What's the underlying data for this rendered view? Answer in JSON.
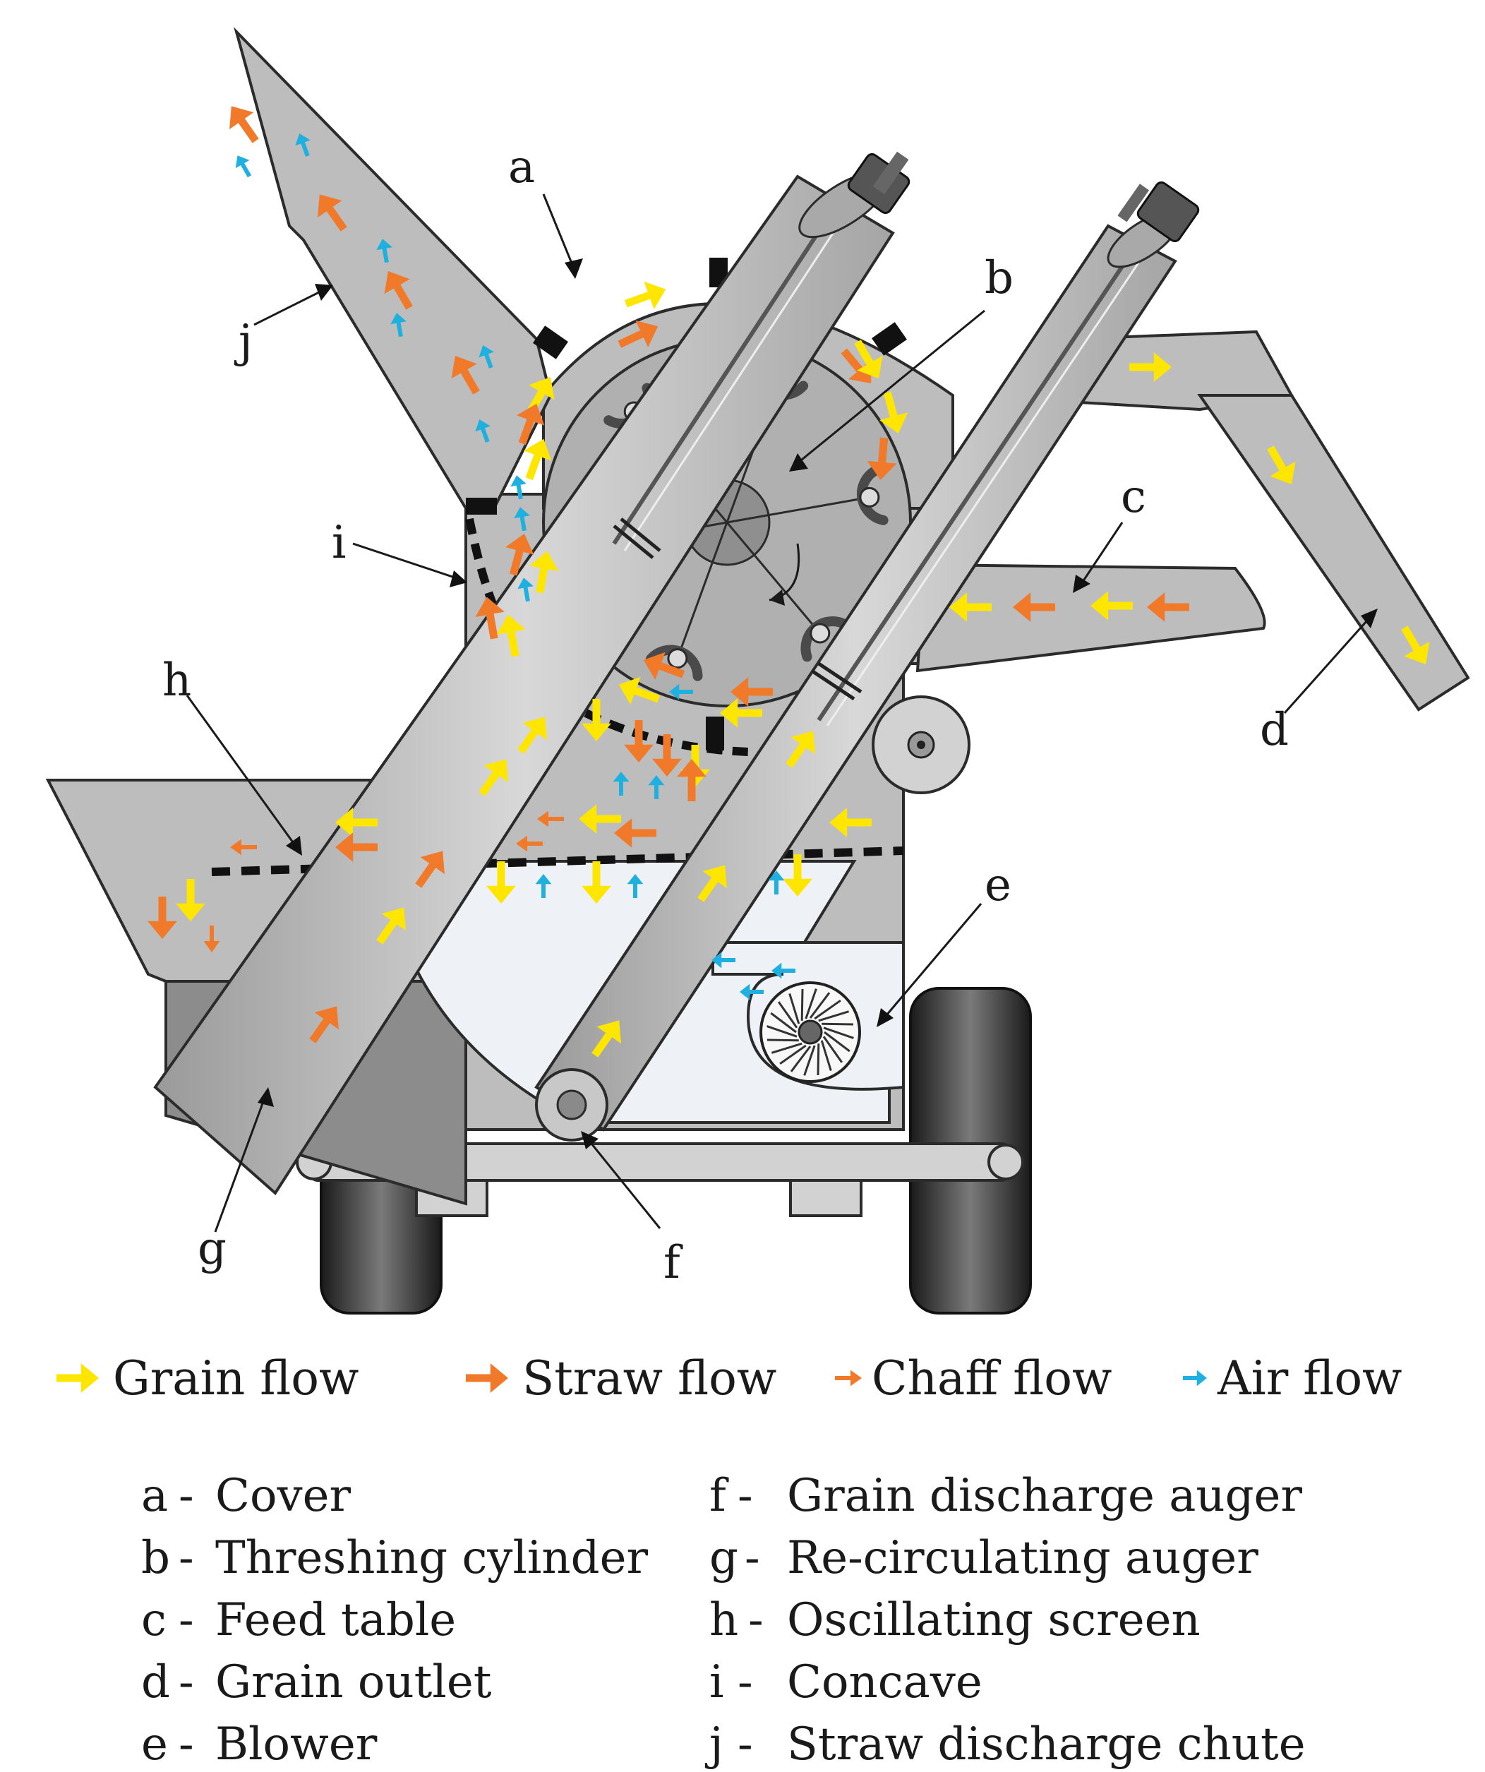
{
  "colors": {
    "grain": "#ffe600",
    "straw": "#f07a2a",
    "chaff": "#f07a2a",
    "air": "#1fb0e0",
    "body": "#bdbdbd",
    "outline": "#2b2b2b"
  },
  "letters": {
    "a": "a",
    "b": "b",
    "c": "c",
    "d": "d",
    "e": "e",
    "f": "f",
    "g": "g",
    "h": "h",
    "i": "i",
    "j": "j"
  },
  "legend": [
    {
      "label": "Grain flow",
      "color": "grain"
    },
    {
      "label": "Straw flow",
      "color": "straw"
    },
    {
      "label": "Chaff flow",
      "color": "chaff"
    },
    {
      "label": "Air flow",
      "color": "air"
    }
  ],
  "key": [
    {
      "letter": "a",
      "sep": "-",
      "name": "Cover"
    },
    {
      "letter": "b",
      "sep": "-",
      "name": "Threshing cylinder"
    },
    {
      "letter": "c",
      "sep": "-",
      "name": "Feed table"
    },
    {
      "letter": "d",
      "sep": "-",
      "name": "Grain outlet"
    },
    {
      "letter": "e",
      "sep": "-",
      "name": "Blower"
    },
    {
      "letter": "f",
      "sep": "-",
      "name": "Grain discharge auger"
    },
    {
      "letter": "g",
      "sep": "-",
      "name": "Re-circulating auger"
    },
    {
      "letter": "h",
      "sep": "-",
      "name": "Oscillating screen"
    },
    {
      "letter": "i",
      "sep": "-",
      "name": "Concave"
    },
    {
      "letter": "j",
      "sep": "-",
      "name": "Straw discharge chute"
    }
  ]
}
